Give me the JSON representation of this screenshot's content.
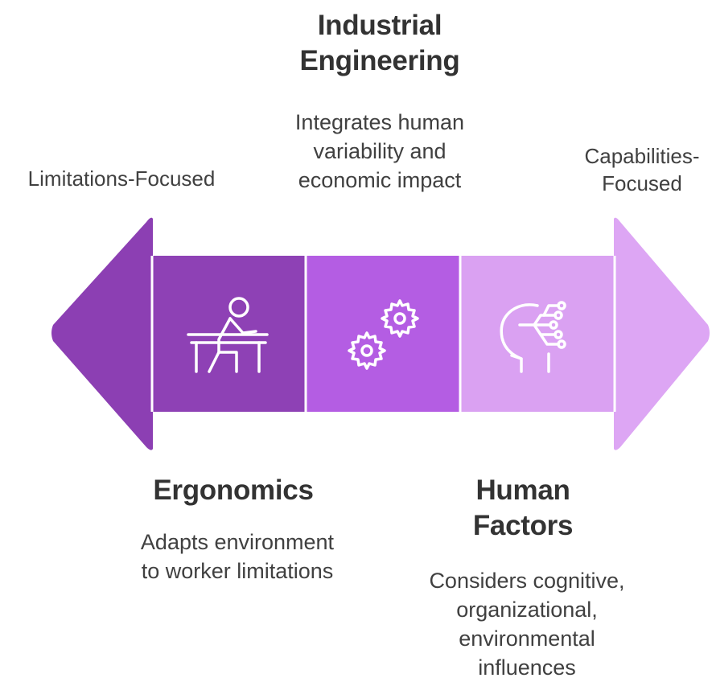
{
  "axis": {
    "left_label": "Limitations-Focused",
    "right_label": "Capabilities-\nFocused"
  },
  "sections": {
    "industrial_engineering": {
      "title": "Industrial\nEngineering",
      "description": "Integrates human\nvariability and\neconomic impact",
      "icon": "gears-icon"
    },
    "ergonomics": {
      "title": "Ergonomics",
      "description": "Adapts environment\nto worker limitations",
      "icon": "person-at-desk-icon"
    },
    "human_factors": {
      "title": "Human\nFactors",
      "description": "Considers cognitive,\norganizational,\nenvironmental\ninfluences",
      "icon": "head-network-icon"
    }
  },
  "colors": {
    "left_arrow": "#8c3fb3",
    "ergonomics_block": "#8e41b5",
    "industrial_block": "#b45de3",
    "human_factors_block": "#daa1f2",
    "right_arrow": "#dda6f4",
    "icon_stroke": "#ffffff",
    "text": "#3a3a3a"
  }
}
